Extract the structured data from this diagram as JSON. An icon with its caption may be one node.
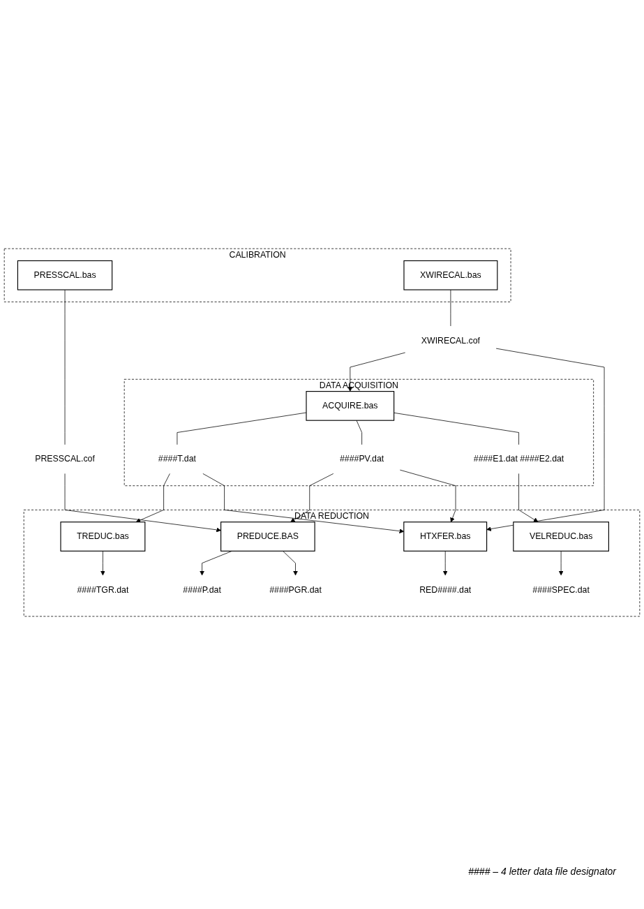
{
  "diagram": {
    "nodes": [
      {
        "text": [
          "CALIBRATION"
        ]
      },
      {
        "text": [
          "PRESSCAL.bas"
        ],
        "in": 0
      },
      {
        "text": [
          "XWIRECAL.bas"
        ],
        "in": 0
      },
      {
        "text": [
          "PRESSCAL.cof"
        ]
      },
      {
        "text": [
          "XWIRECAL.cof"
        ]
      },
      {
        "text": [
          "DATA ACQUISITION"
        ]
      },
      {
        "text": [
          "ACQUIRE.bas"
        ],
        "in": 5
      },
      {
        "text": [
          "####T.dat"
        ],
        "in": 5
      },
      {
        "text": [
          "####PV.dat"
        ],
        "in": 5
      },
      {
        "text": [
          "####E1.dat ####E2.dat"
        ],
        "in": 5
      },
      {
        "text": [
          "DATA REDUCTION"
        ]
      },
      {
        "text": [
          "TREDUC.bas"
        ],
        "in": 10
      },
      {
        "text": [
          "PREDUCE.BAS"
        ],
        "in": 10
      },
      {
        "text": [
          "VELREDUC.bas"
        ],
        "in": 10
      },
      {
        "text": [
          "HTXFER.bas"
        ],
        "in": 10
      },
      {
        "text": [
          "####TGR.dat"
        ],
        "in": 10
      },
      {
        "text": [
          "####P.dat"
        ],
        "in": 10
      },
      {
        "text": [
          "####PGR.dat"
        ],
        "in": 10
      },
      {
        "text": [
          "####SPEC.dat"
        ],
        "in": 10
      },
      {
        "text": [
          "RED####.dat"
        ],
        "in": 10
      }
    ],
    "edges": [
      {
        "from": 1,
        "to": 3,
        "arrow": "none"
      },
      {
        "from": 2,
        "to": 4,
        "arrow": "none"
      },
      {
        "from": 3,
        "to": 12,
        "arrow": "to"
      },
      {
        "from": 4,
        "to": 6,
        "arrow": "to"
      },
      {
        "from": 4,
        "to": 14,
        "arrow": "to"
      },
      {
        "from": 6,
        "to": 7,
        "arrow": "none"
      },
      {
        "from": 6,
        "to": 8,
        "arrow": "none"
      },
      {
        "from": 6,
        "to": 9,
        "arrow": "none"
      },
      {
        "from": 7,
        "to": 11,
        "arrow": "to"
      },
      {
        "from": 7,
        "to": 14,
        "arrow": "to"
      },
      {
        "from": 8,
        "to": 12,
        "arrow": "to"
      },
      {
        "from": 8,
        "to": 14,
        "arrow": "to"
      },
      {
        "from": 9,
        "to": 13,
        "arrow": "to"
      },
      {
        "from": 11,
        "to": 15,
        "arrow": "to"
      },
      {
        "from": 12,
        "to": 16,
        "arrow": "to"
      },
      {
        "from": 12,
        "to": 17,
        "arrow": "to"
      },
      {
        "from": 13,
        "to": 18,
        "arrow": "to"
      },
      {
        "from": 14,
        "to": 19,
        "arrow": "to"
      }
    ],
    "labels": [
      "#### – 4 letter data file designator"
    ]
  }
}
